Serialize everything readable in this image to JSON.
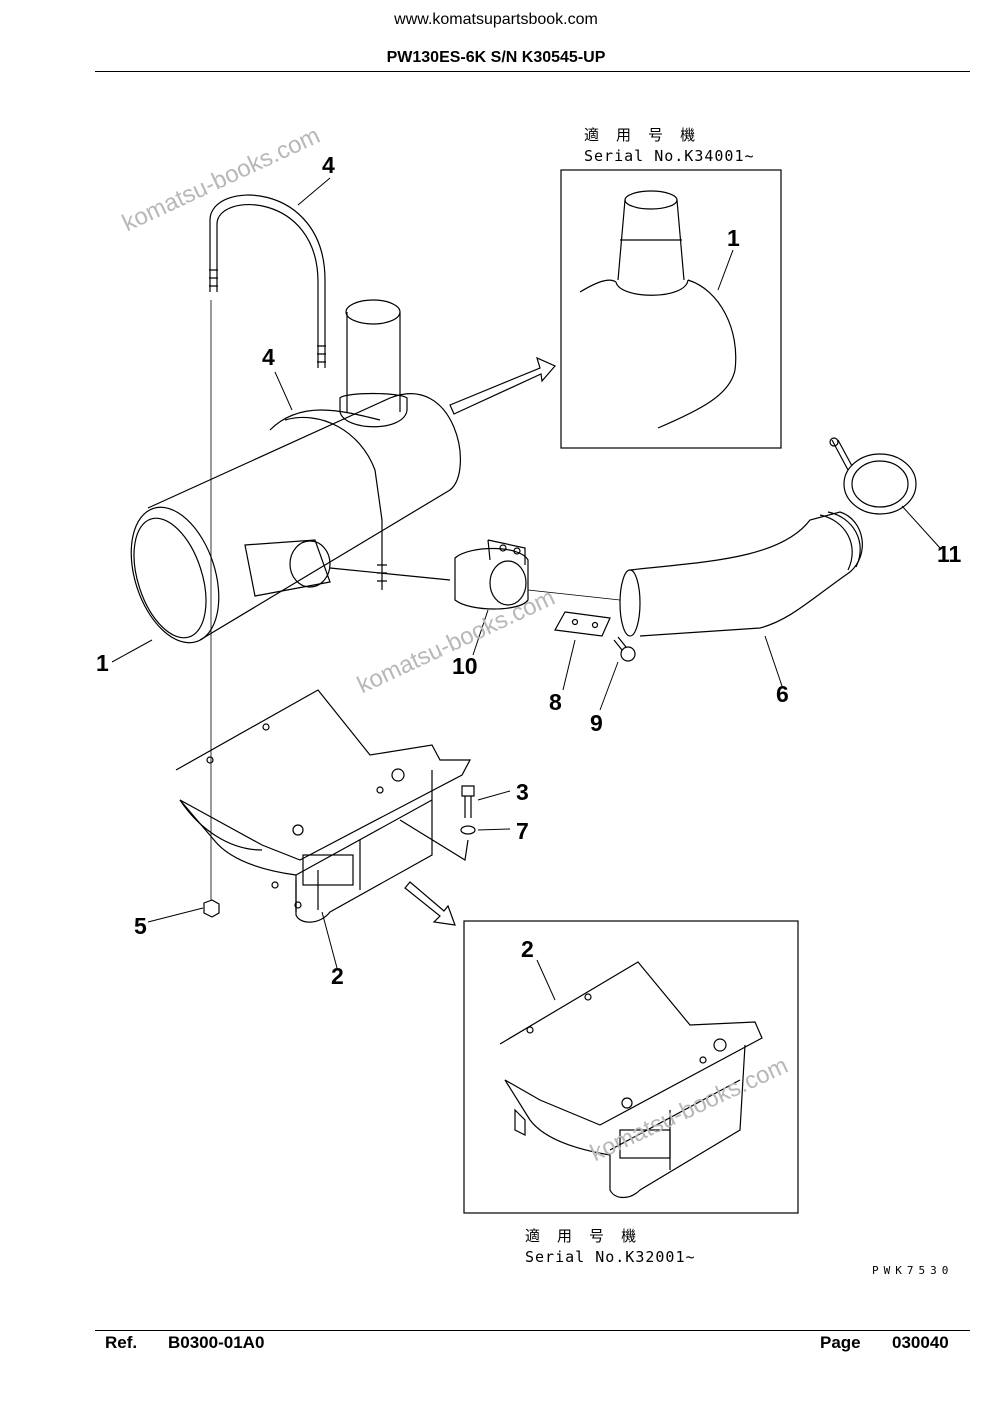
{
  "header": {
    "site": "www.komatsupartsbook.com",
    "model": "PW130ES-6K S/N K30545-UP"
  },
  "insets": {
    "upper": {
      "jp_label": "適 用 号 機",
      "serial": "Serial No.K34001~"
    },
    "lower": {
      "jp_label": "適 用 号 機",
      "serial": "Serial No.K32001~"
    }
  },
  "callouts": [
    "1",
    "1",
    "2",
    "2",
    "3",
    "4",
    "4",
    "5",
    "6",
    "7",
    "8",
    "9",
    "10",
    "11"
  ],
  "drawing_code": "PWK7530",
  "watermarks": [
    "komatsu-books.com",
    "komatsu-books.com",
    "komatsu-books.com"
  ],
  "footer": {
    "ref_label": "Ref.",
    "ref_value": "B0300-01A0",
    "page_label": "Page",
    "page_value": "030040"
  }
}
